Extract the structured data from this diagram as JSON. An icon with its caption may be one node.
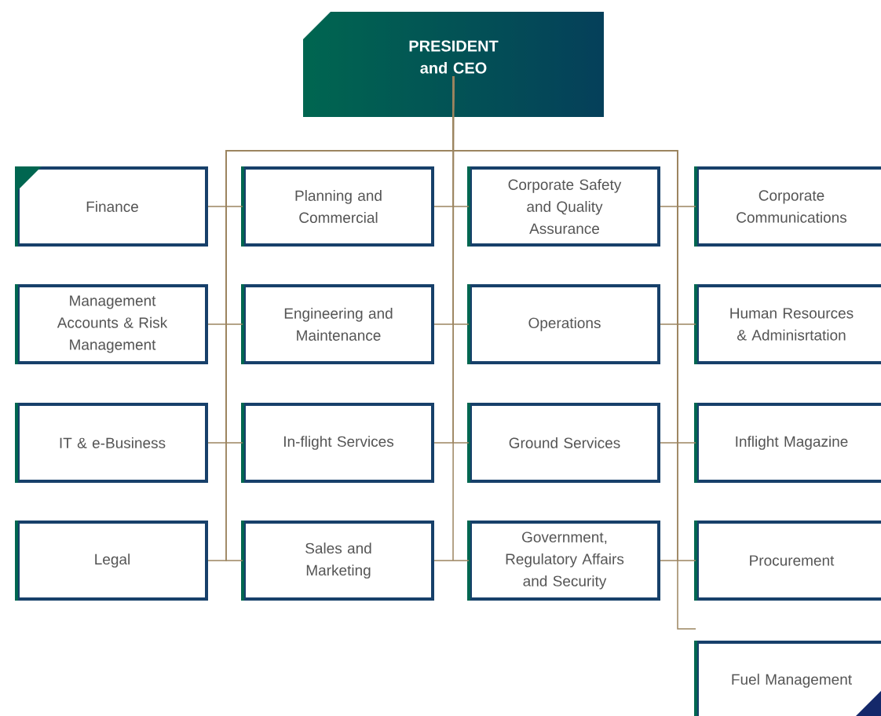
{
  "diagram": {
    "nodes": [
      {
        "text": [
          "PRESIDENT and CEO"
        ]
      },
      {
        "text": [
          "Finance"
        ]
      },
      {
        "text": [
          "Planning and Commercial"
        ]
      },
      {
        "text": [
          "Corporate Safety and Quality Assurance"
        ]
      },
      {
        "text": [
          "Corporate Communications"
        ]
      },
      {
        "text": [
          "Management Accounts & Risk Management"
        ]
      },
      {
        "text": [
          "Engineering and Maintenance"
        ]
      },
      {
        "text": [
          "Operations"
        ]
      },
      {
        "text": [
          "Human Resources & Adminisrtation"
        ]
      },
      {
        "text": [
          "IT & e-Business"
        ]
      },
      {
        "text": [
          "In-flight Services"
        ]
      },
      {
        "text": [
          "Ground Services"
        ]
      },
      {
        "text": [
          "Inflight Magazine"
        ]
      },
      {
        "text": [
          "Legal"
        ]
      },
      {
        "text": [
          "Sales and Marketing"
        ]
      },
      {
        "text": [
          "Government, Regulatory Affairs and Security"
        ]
      },
      {
        "text": [
          "Procurement"
        ]
      },
      {
        "text": [
          "Fuel Management"
        ]
      }
    ],
    "edges": [
      {
        "from": 0,
        "to": 1,
        "arrow": "none"
      },
      {
        "from": 0,
        "to": 2,
        "arrow": "none"
      },
      {
        "from": 0,
        "to": 3,
        "arrow": "none"
      },
      {
        "from": 0,
        "to": 4,
        "arrow": "none"
      },
      {
        "from": 0,
        "to": 5,
        "arrow": "none"
      },
      {
        "from": 0,
        "to": 6,
        "arrow": "none"
      },
      {
        "from": 0,
        "to": 7,
        "arrow": "none"
      },
      {
        "from": 0,
        "to": 8,
        "arrow": "none"
      },
      {
        "from": 0,
        "to": 9,
        "arrow": "none"
      },
      {
        "from": 0,
        "to": 10,
        "arrow": "none"
      },
      {
        "from": 0,
        "to": 11,
        "arrow": "none"
      },
      {
        "from": 0,
        "to": 12,
        "arrow": "none"
      },
      {
        "from": 0,
        "to": 13,
        "arrow": "none"
      },
      {
        "from": 0,
        "to": 14,
        "arrow": "none"
      },
      {
        "from": 0,
        "to": 15,
        "arrow": "none"
      },
      {
        "from": 0,
        "to": 16,
        "arrow": "none"
      },
      {
        "from": 0,
        "to": 17,
        "arrow": "none"
      }
    ]
  }
}
